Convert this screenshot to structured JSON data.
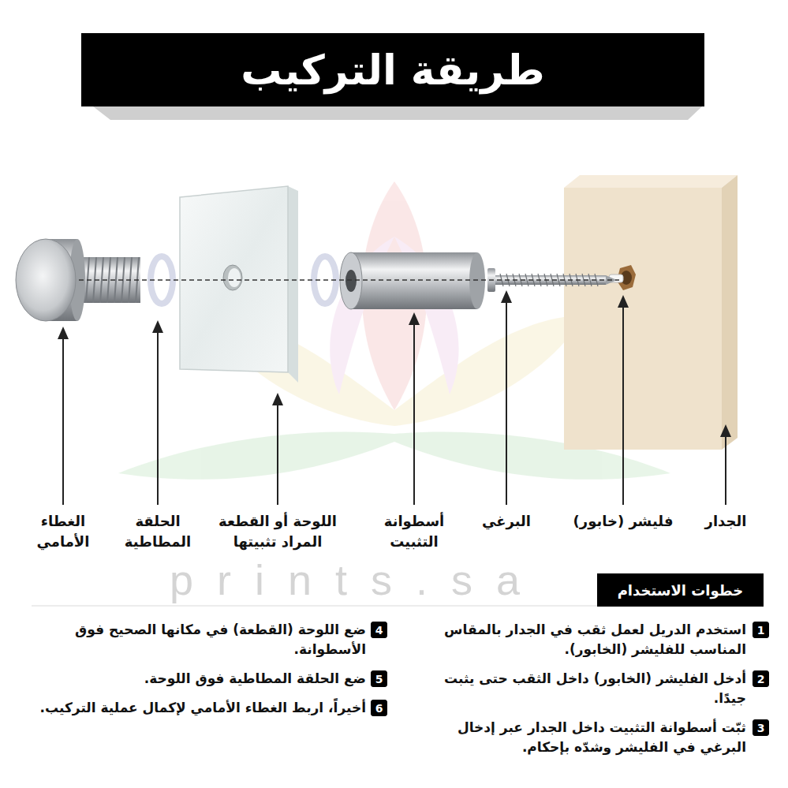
{
  "diagram": {
    "title": "طريقة التركيب",
    "nodes": [
      {
        "text": [
          "خطوات الاستخدام"
        ]
      },
      {
        "text": [
          "1"
        ]
      },
      {
        "text": [
          "2"
        ]
      },
      {
        "text": [
          "3"
        ]
      },
      {
        "text": [
          "4"
        ]
      },
      {
        "text": [
          "5"
        ]
      },
      {
        "text": [
          "6"
        ]
      }
    ],
    "edges": [],
    "labels": [
      "prints.sa",
      "الغطاء الأمامي",
      "الحلقة المطاطية",
      "اللوحة أو القطعة المراد تثبيتها",
      "أسطوانة التثبيت",
      "البرغي",
      "فليشر (خابور)",
      "الجدار",
      "استخدم الدريل لعمل ثقب في الجدار بالمقاس المناسب للفليشر (الخابور).",
      "أدخل الفليشر (الخابور) داخل الثقب حتى يثبت جيدًا.",
      "ثبّت أسطوانة التثبيت داخل الجدار عبر إدخال البرغي في الفليشر وشدّه بإحكام.",
      "ضع اللوحة (القطعة) في مكانها الصحيح فوق الأسطوانة.",
      "ضع الحلقة المطاطية فوق اللوحة.",
      "أخيراً، اربط الغطاء الأمامي لإكمال عملية التركيب."
    ]
  }
}
